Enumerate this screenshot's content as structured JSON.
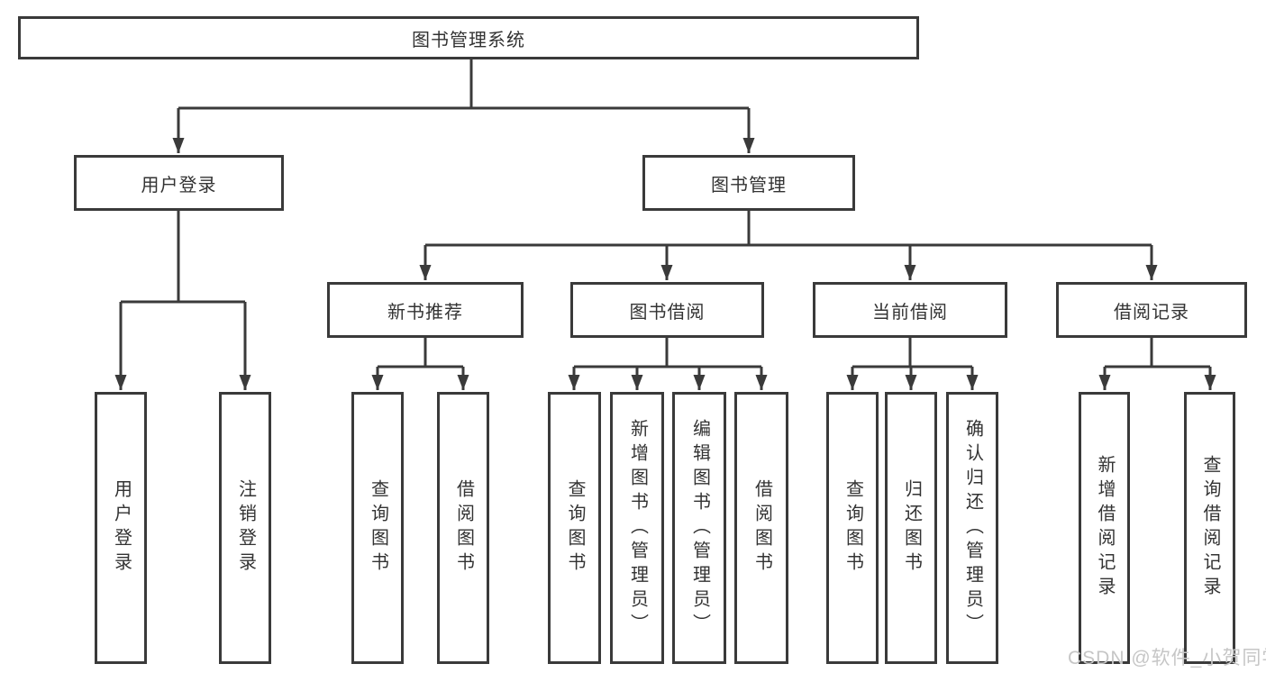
{
  "diagram": {
    "type": "hierarchy-tree",
    "title": "图书管理系统",
    "watermark": "CSDN @软件_小贺同学",
    "colors": {
      "line": "#3a3a3a",
      "box_border": "#3a3a3a",
      "text": "#333333",
      "watermark": "#c6c6c6",
      "background": "#ffffff"
    },
    "nodes": {
      "root": {
        "label": "图书管理系统"
      },
      "user_login": {
        "label": "用户登录"
      },
      "book_mgmt": {
        "label": "图书管理"
      },
      "new_book": {
        "label": "新书推荐"
      },
      "book_borrow": {
        "label": "图书借阅"
      },
      "current_borrow": {
        "label": "当前借阅"
      },
      "borrow_record": {
        "label": "借阅记录"
      },
      "leaf_user_login": {
        "label": "用户登录"
      },
      "leaf_logout": {
        "label": "注销登录"
      },
      "leaf_nb_query": {
        "label": "查询图书"
      },
      "leaf_nb_borrow": {
        "label": "借阅图书"
      },
      "leaf_bb_query": {
        "label": "查询图书"
      },
      "leaf_bb_add": {
        "label": "新增图书（管理员）"
      },
      "leaf_bb_edit": {
        "label": "编辑图书（管理员）"
      },
      "leaf_bb_borrow": {
        "label": "借阅图书"
      },
      "leaf_cb_query": {
        "label": "查询图书"
      },
      "leaf_cb_return": {
        "label": "归还图书"
      },
      "leaf_cb_confirm": {
        "label": "确认归还（管理员）"
      },
      "leaf_br_add": {
        "label": "新增借阅记录"
      },
      "leaf_br_query": {
        "label": "查询借阅记录"
      }
    },
    "edges": [
      "root->user_login",
      "root->book_mgmt",
      "user_login->leaf_user_login",
      "user_login->leaf_logout",
      "book_mgmt->new_book",
      "book_mgmt->book_borrow",
      "book_mgmt->current_borrow",
      "book_mgmt->borrow_record",
      "new_book->leaf_nb_query",
      "new_book->leaf_nb_borrow",
      "book_borrow->leaf_bb_query",
      "book_borrow->leaf_bb_add",
      "book_borrow->leaf_bb_edit",
      "book_borrow->leaf_bb_borrow",
      "current_borrow->leaf_cb_query",
      "current_borrow->leaf_cb_return",
      "current_borrow->leaf_cb_confirm",
      "borrow_record->leaf_br_add",
      "borrow_record->leaf_br_query"
    ]
  }
}
